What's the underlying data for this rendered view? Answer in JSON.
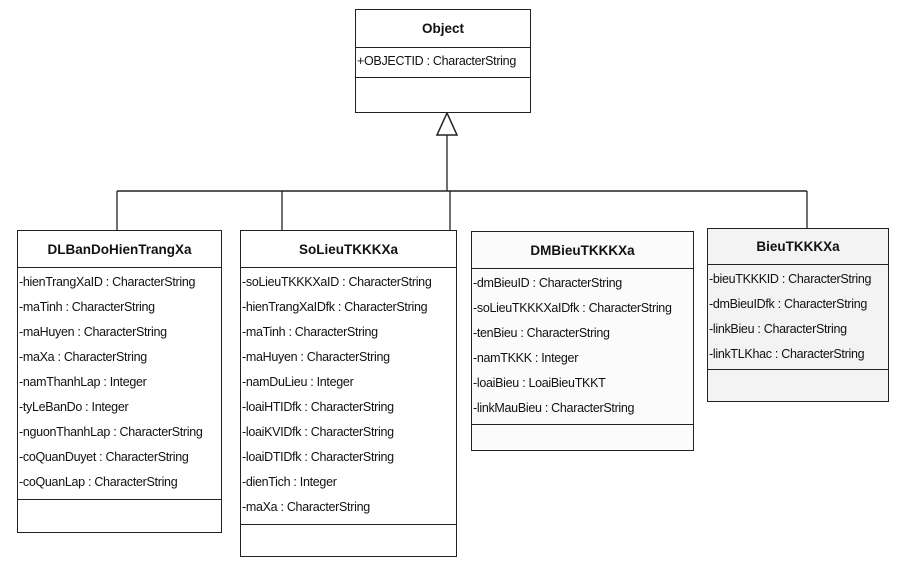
{
  "diagram": {
    "type": "UML class diagram",
    "base_class": {
      "name": "Object",
      "attributes": [
        "+OBJECTID : CharacterString"
      ]
    },
    "classes": [
      {
        "name": "DLBanDoHienTrangXa",
        "attributes": [
          "-hienTrangXaID : CharacterString",
          "-maTinh : CharacterString",
          "-maHuyen : CharacterString",
          "-maXa : CharacterString",
          "-namThanhLap : Integer",
          "-tyLeBanDo : Integer",
          "-nguonThanhLap : CharacterString",
          "-coQuanDuyet : CharacterString",
          "-coQuanLap : CharacterString"
        ]
      },
      {
        "name": "SoLieuTKKKXa",
        "attributes": [
          "-soLieuTKKKXaID : CharacterString",
          "-hienTrangXaIDfk : CharacterString",
          "-maTinh : CharacterString",
          "-maHuyen : CharacterString",
          "-namDuLieu : Integer",
          "-loaiHTIDfk : CharacterString",
          "-loaiKVIDfk : CharacterString",
          "-loaiDTIDfk : CharacterString",
          "-dienTich : Integer",
          "-maXa : CharacterString"
        ]
      },
      {
        "name": "DMBieuTKKKXa",
        "attributes": [
          "-dmBieuID : CharacterString",
          "-soLieuTKKKXaIDfk : CharacterString",
          "-tenBieu : CharacterString",
          "-namTKKK : Integer",
          "-loaiBieu : LoaiBieuTKKT",
          "-linkMauBieu : CharacterString"
        ]
      },
      {
        "name": "BieuTKKKXa",
        "attributes": [
          "-bieuTKKKID : CharacterString",
          "-dmBieuIDfk : CharacterString",
          "-linkBieu : CharacterString",
          "-linkTLKhac : CharacterString"
        ]
      }
    ]
  }
}
